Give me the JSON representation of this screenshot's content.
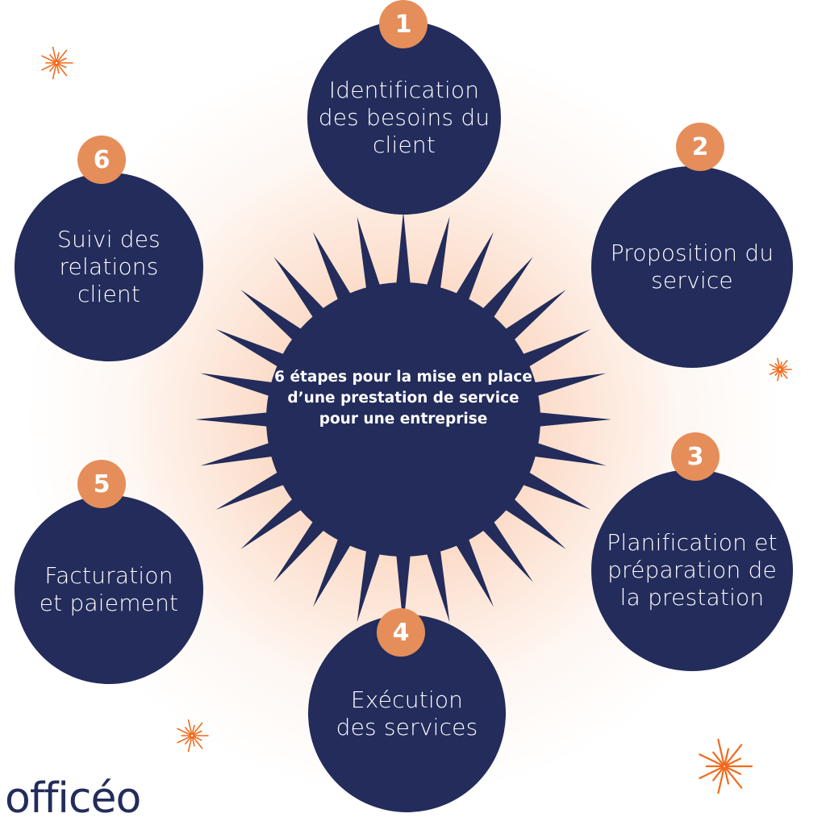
{
  "center": {
    "text": "6 étapes pour la mise en place d’une prestation de service pour une entreprise"
  },
  "steps": [
    {
      "number": "1",
      "label": "Identification\ndes besoins du\nclient"
    },
    {
      "number": "2",
      "label": "Proposition du\nservice"
    },
    {
      "number": "3",
      "label": "Planification et\npréparation de\nla prestation"
    },
    {
      "number": "4",
      "label": "Exécution\ndes services"
    },
    {
      "number": "5",
      "label": "Facturation\net paiement"
    },
    {
      "number": "6",
      "label": "Suivi des\nrelations\nclient"
    }
  ],
  "logo": {
    "text": "officéo"
  },
  "colors": {
    "navy": "#232c5b",
    "orange_badge": "#e58e5a",
    "sparkle": "#f26a1b",
    "glow": "#f8b48c"
  },
  "decorations": [
    "sparkle-icon",
    "sparkle-icon",
    "sparkle-icon",
    "sparkle-icon"
  ]
}
